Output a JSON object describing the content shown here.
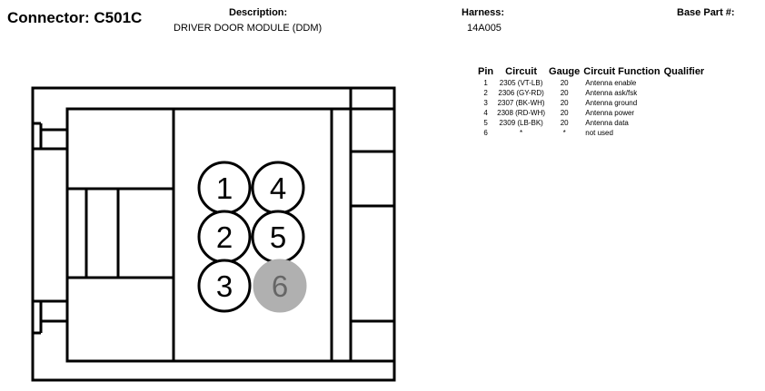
{
  "header": {
    "connector": "Connector: C501C",
    "description_label": "Description:",
    "description_value": "DRIVER DOOR MODULE (DDM)",
    "harness_label": "Harness:",
    "harness_value": "14A005",
    "base_part_label": "Base Part #:",
    "base_part_value": ""
  },
  "table": {
    "columns": [
      "Pin",
      "Circuit",
      "Gauge",
      "Circuit Function",
      "Qualifier"
    ],
    "rows": [
      {
        "pin": "1",
        "circuit": "2305 (VT-LB)",
        "gauge": "20",
        "function": "Antenna enable",
        "qualifier": ""
      },
      {
        "pin": "2",
        "circuit": "2306 (GY-RD)",
        "gauge": "20",
        "function": "Antenna ask/fsk",
        "qualifier": ""
      },
      {
        "pin": "3",
        "circuit": "2307 (BK-WH)",
        "gauge": "20",
        "function": "Antenna ground",
        "qualifier": ""
      },
      {
        "pin": "4",
        "circuit": "2308 (RD-WH)",
        "gauge": "20",
        "function": "Antenna power",
        "qualifier": ""
      },
      {
        "pin": "5",
        "circuit": "2309 (LB-BK)",
        "gauge": "20",
        "function": "Antenna data",
        "qualifier": ""
      },
      {
        "pin": "6",
        "circuit": "*",
        "gauge": "*",
        "function": "not used",
        "qualifier": ""
      }
    ]
  },
  "diagram": {
    "pins": [
      {
        "label": "1",
        "used": true
      },
      {
        "label": "4",
        "used": true
      },
      {
        "label": "2",
        "used": true
      },
      {
        "label": "5",
        "used": true
      },
      {
        "label": "3",
        "used": true
      },
      {
        "label": "6",
        "used": false
      }
    ],
    "unused_fill": "#b0b0b0",
    "unused_text": "#666666"
  }
}
